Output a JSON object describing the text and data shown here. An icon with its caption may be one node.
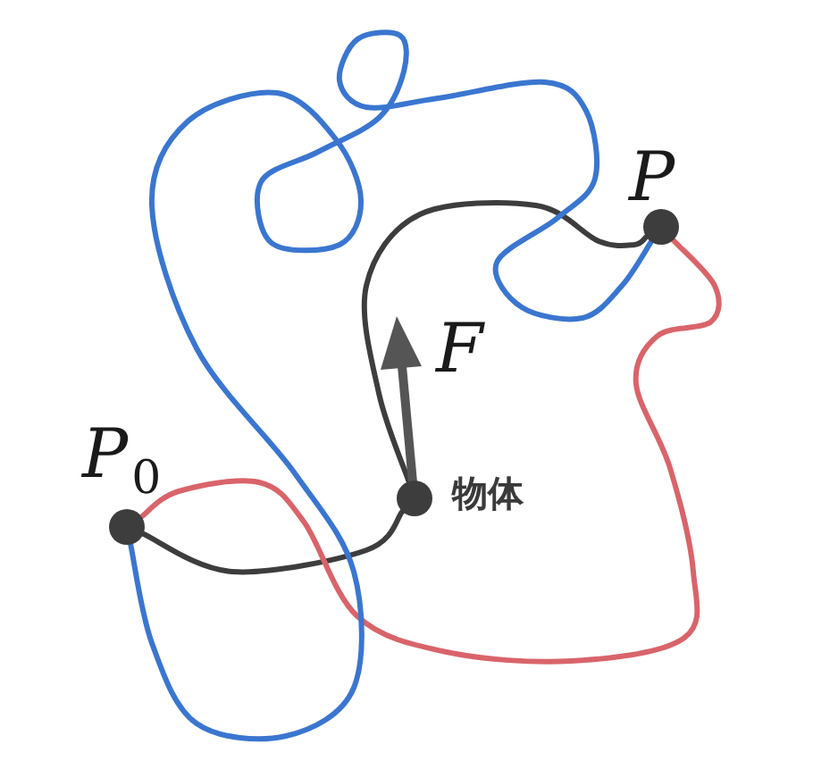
{
  "diagram": {
    "nodes": [
      {
        "text": [
          "P$_{0}$"
        ]
      },
      {
        "text": [
          "物体"
        ]
      },
      {
        "text": [
          "P"
        ]
      }
    ],
    "edges": [
      {
        "from": 0,
        "to": 1,
        "arrow": "none"
      },
      {
        "from": 1,
        "to": 2,
        "arrow": "none"
      },
      {
        "from": 0,
        "to": 2,
        "arrow": "none",
        "color": "#d9646a"
      },
      {
        "from": 0,
        "to": 2,
        "arrow": "none",
        "color": "#3a76d0"
      }
    ],
    "labels": [
      "F"
    ]
  }
}
